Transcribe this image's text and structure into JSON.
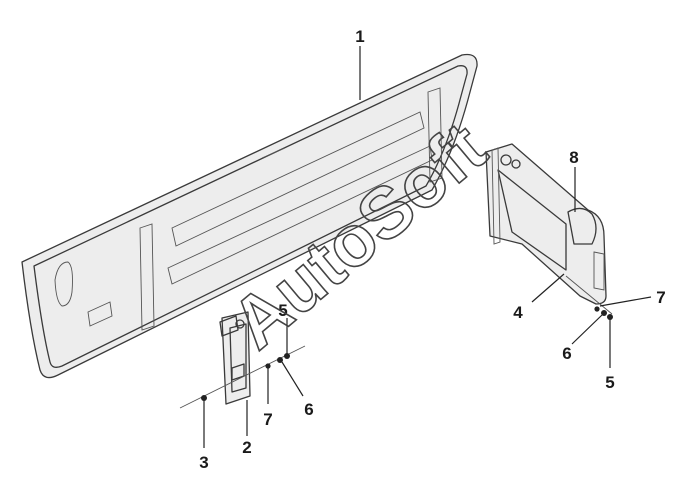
{
  "watermark": "AutoSoft",
  "callouts": [
    "1",
    "2",
    "3",
    "4",
    "5",
    "5",
    "6",
    "6",
    "7",
    "7",
    "8"
  ]
}
